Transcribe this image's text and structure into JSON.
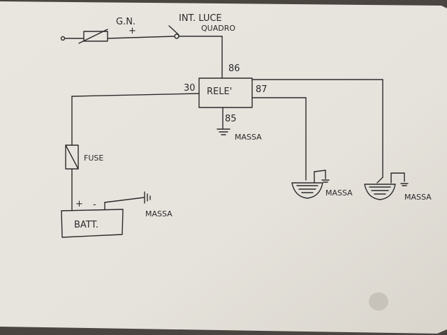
{
  "diagram": {
    "labels": {
      "gn": "G.N.",
      "plus_top": "+",
      "int_line1": "INT. LUCE",
      "int_line2": "QUADRO",
      "relay": "RELE'",
      "pin86": "86",
      "pin30": "30",
      "pin87": "87",
      "pin85": "85",
      "massa_relay": "MASSA",
      "fuse": "FUSE",
      "batt": "BATT.",
      "batt_plus": "+",
      "batt_minus": "-",
      "massa_batt": "MASSA",
      "massa_horn1": "MASSA",
      "massa_horn2": "MASSA"
    },
    "colors": {
      "paper": "#ebe8e1",
      "ink": "#2b2a2c",
      "background": "#4a4540"
    }
  }
}
